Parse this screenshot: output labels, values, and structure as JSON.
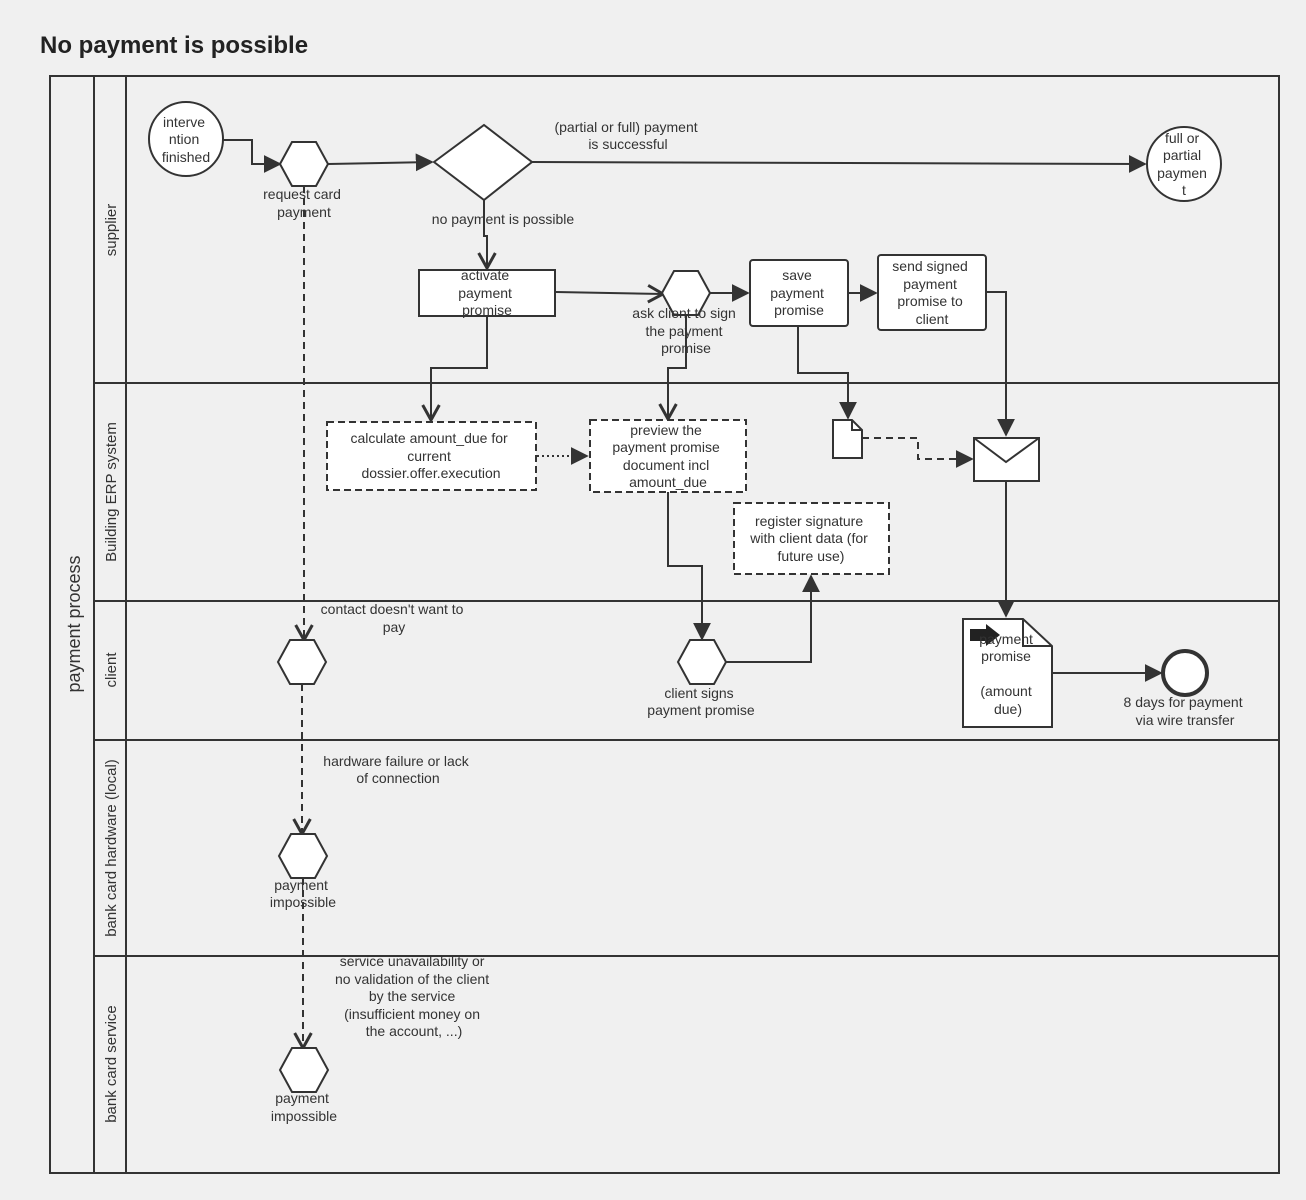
{
  "title": "No payment is possible",
  "pool": {
    "name": "payment process"
  },
  "lanes": [
    "supplier",
    "Building ERP system",
    "client",
    "bank card hardware (local)",
    "bank card service"
  ],
  "supplier": {
    "start_event": [
      "interve",
      "ntion",
      "finished"
    ],
    "request_card_payment": [
      "request card",
      "payment"
    ],
    "success_label": [
      "(partial or full) payment",
      "is successful"
    ],
    "end_event": [
      "full or",
      "partial",
      "paymen",
      "t"
    ],
    "no_payment_label": "no payment is possible",
    "activate_promise": [
      "activate",
      "payment",
      "promise"
    ],
    "ask_sign": [
      "ask client to sign",
      "the payment",
      "promise"
    ],
    "save_promise": [
      "save",
      "payment",
      "promise"
    ],
    "send_promise": [
      "send signed",
      "payment",
      "promise to",
      "client"
    ]
  },
  "erp": {
    "calculate": [
      "calculate amount_due for",
      "current",
      "dossier.offer.execution"
    ],
    "preview": [
      "preview the",
      "payment promise",
      "document incl",
      "amount_due"
    ],
    "register": [
      "register signature",
      "with client data (for",
      "future use)"
    ]
  },
  "client": {
    "contact_label": [
      "contact doesn't want to",
      "pay"
    ],
    "client_signs": [
      "client signs",
      "payment promise"
    ],
    "promise_doc": [
      "payment",
      "promise",
      "",
      "(amount",
      "due)"
    ],
    "end_label": [
      "8 days for payment",
      "via wire transfer"
    ]
  },
  "hardware": {
    "failure_label": [
      "hardware failure or lack",
      "of connection"
    ],
    "impossible": [
      "payment",
      "impossible"
    ]
  },
  "service": {
    "unavailable_label": [
      "service unavailability or",
      "no validation of the client",
      "by the service",
      "(insufficient money on",
      "the account, ...)"
    ],
    "impossible": [
      "payment",
      "impossible"
    ]
  }
}
